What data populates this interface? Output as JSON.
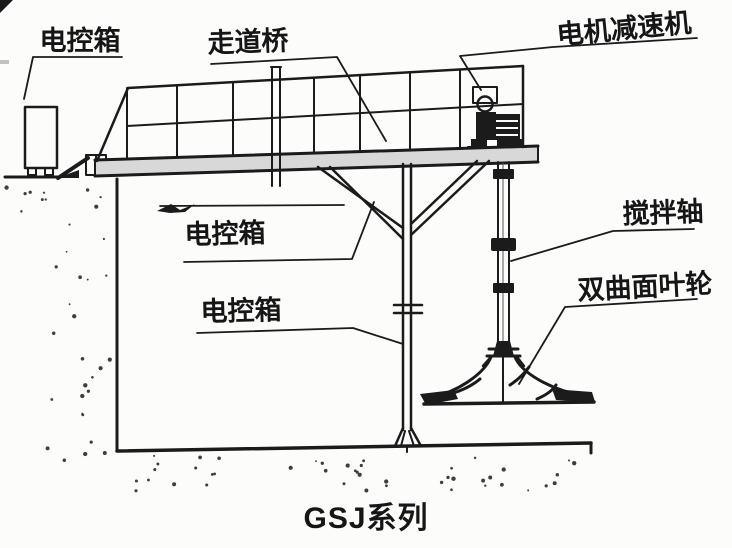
{
  "diagram": {
    "caption": "GSJ系列",
    "labels": {
      "control_box_top": "电控箱",
      "walkway_bridge": "走道桥",
      "motor_reducer": "电机减速机",
      "control_box_mid": "电控箱",
      "control_box_lower": "电控箱",
      "mixing_shaft": "搅拌轴",
      "impeller": "双曲面叶轮"
    },
    "colors": {
      "ink": "#1b1b1b",
      "paper": "#fcfcfb",
      "deck_fill": "#d8d8d8"
    }
  }
}
